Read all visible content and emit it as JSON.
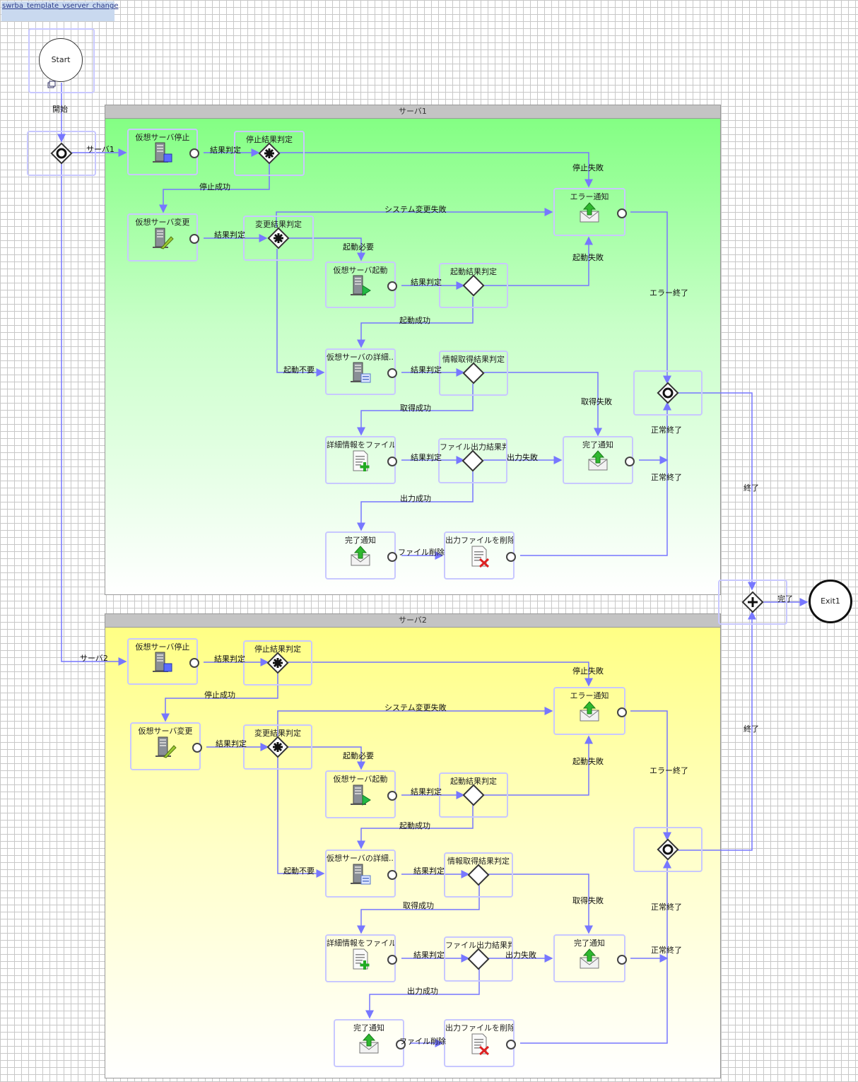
{
  "tab_title": "swrba_template_vserver_change",
  "start_label": "Start",
  "exit_label": "Exit1",
  "start_edge_label": "開始",
  "join_edge_label": "完了",
  "lanes": [
    {
      "title": "サーバ1",
      "branch_label": "サーバ1",
      "stop_vm": "仮想サーバ停止",
      "stop_check": "停止結果判定",
      "change_vm": "仮想サーバ変更",
      "change_check": "変更結果判定",
      "error_notify": "エラー通知",
      "start_vm": "仮想サーバ起動",
      "start_check": "起動結果判定",
      "detail_vm": "仮想サーバの詳細...",
      "info_check": "情報取得結果判定",
      "file_detail": "詳細情報をファイル...",
      "file_check": "ファイル出力結果判...",
      "done_notify1": "完了通知",
      "done_notify2": "完了通知",
      "delete_file": "出力ファイルを削除",
      "e_result1": "結果判定",
      "e_result2": "結果判定",
      "e_result3": "結果判定",
      "e_result4": "結果判定",
      "e_result5": "結果判定",
      "e_stop_fail": "停止失敗",
      "e_stop_ok": "停止成功",
      "e_sys_fail": "システム変更失敗",
      "e_need_start": "起動必要",
      "e_start_fail": "起動失敗",
      "e_error_end": "エラー終了",
      "e_start_ok": "起動成功",
      "e_no_start": "起動不要",
      "e_get_fail": "取得失敗",
      "e_get_ok": "取得成功",
      "e_normal_end1": "正常終了",
      "e_normal_end2": "正常終了",
      "e_out_fail": "出力失敗",
      "e_out_ok": "出力成功",
      "e_file_delete": "ファイル削除",
      "e_end": "終了"
    },
    {
      "title": "サーバ2",
      "branch_label": "サーバ2",
      "stop_vm": "仮想サーバ停止",
      "stop_check": "停止結果判定",
      "change_vm": "仮想サーバ変更",
      "change_check": "変更結果判定",
      "error_notify": "エラー通知",
      "start_vm": "仮想サーバ起動",
      "start_check": "起動結果判定",
      "detail_vm": "仮想サーバの詳細...",
      "info_check": "情報取得結果判定",
      "file_detail": "詳細情報をファイル...",
      "file_check": "ファイル出力結果判...",
      "done_notify1": "完了通知",
      "done_notify2": "完了通知",
      "delete_file": "出力ファイルを削除",
      "e_result1": "結果判定",
      "e_result2": "結果判定",
      "e_result3": "結果判定",
      "e_result4": "結果判定",
      "e_result5": "結果判定",
      "e_stop_fail": "停止失敗",
      "e_stop_ok": "停止成功",
      "e_sys_fail": "システム変更失敗",
      "e_need_start": "起動必要",
      "e_start_fail": "起動失敗",
      "e_error_end": "エラー終了",
      "e_start_ok": "起動成功",
      "e_no_start": "起動不要",
      "e_get_fail": "取得失敗",
      "e_get_ok": "取得成功",
      "e_normal_end1": "正常終了",
      "e_normal_end2": "正常終了",
      "e_out_fail": "出力失敗",
      "e_out_ok": "出力成功",
      "e_file_delete": "ファイル削除",
      "e_end": "終了"
    }
  ]
}
